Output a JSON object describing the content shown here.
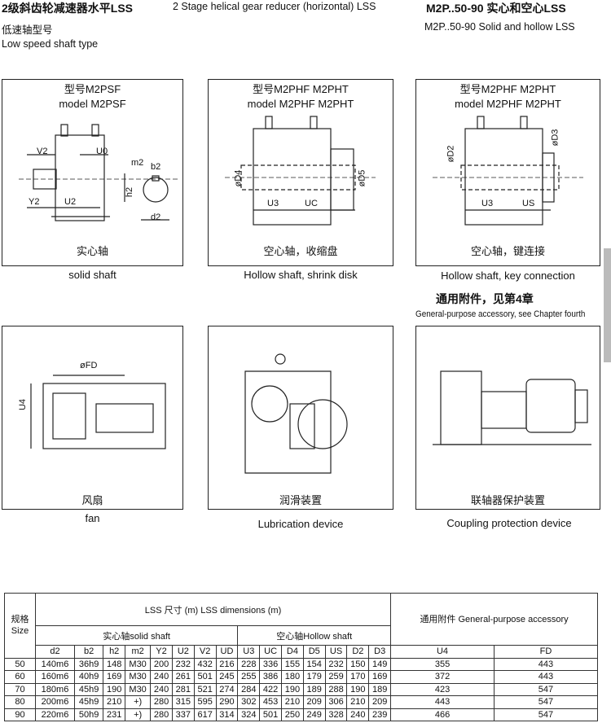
{
  "header": {
    "title_cn": "2级斜齿轮减速器水平LSS",
    "title_en": "2 Stage helical gear reducer (horizontal) LSS",
    "subtitle_cn": "低速轴型号",
    "subtitle_en": "Low speed shaft type",
    "right_title": "M2P..50-90  实心和空心LSS",
    "right_subtitle": "M2P..50-90  Solid and hollow LSS"
  },
  "panels": [
    {
      "title_cn": "型号M2PSF",
      "title_en": "model M2PSF",
      "caption_cn": "实心轴",
      "caption_en": "solid shaft",
      "labels": [
        "V2",
        "U0",
        "m2",
        "b2",
        "h2",
        "Y2",
        "U2",
        "d2"
      ]
    },
    {
      "title_cn": "型号M2PHF  M2PHT",
      "title_en": "model M2PHF  M2PHT",
      "caption_cn": "空心轴，收缩盘",
      "caption_en": "Hollow shaft, shrink disk",
      "labels": [
        "øD4",
        "øD5",
        "U3",
        "UC"
      ]
    },
    {
      "title_cn": "型号M2PHF  M2PHT",
      "title_en": "model M2PHF  M2PHT",
      "caption_cn": "空心轴，键连接",
      "caption_en": "Hollow shaft, key connection",
      "labels": [
        "øD2",
        "øD3",
        "U3",
        "US"
      ]
    }
  ],
  "accessory_heading": {
    "cn": "通用附件，见第4章",
    "en": "General-purpose accessory, see Chapter fourth"
  },
  "accessories": [
    {
      "caption_cn": "风扇",
      "caption_en": "fan",
      "labels": [
        "øFD",
        "U4"
      ]
    },
    {
      "caption_cn": "润滑装置",
      "caption_en": "Lubrication device"
    },
    {
      "caption_cn": "联轴器保护装置",
      "caption_en": "Coupling protection device"
    }
  ],
  "table": {
    "size_header": "规格 Size",
    "main_header": "LSS 尺寸 (m)  LSS dimensions (m)",
    "solid_header": "实心轴solid shaft",
    "hollow_header": "空心轴Hollow shaft",
    "accessory_header": "通用附件 General-purpose accessory",
    "columns": [
      "d2",
      "b2",
      "h2",
      "m2",
      "Y2",
      "U2",
      "V2",
      "UD",
      "U3",
      "UC",
      "D4",
      "D5",
      "US",
      "D2",
      "D3",
      "U4",
      "FD"
    ],
    "rows": [
      [
        "50",
        "140m6",
        "36h9",
        "148",
        "M30",
        "200",
        "232",
        "432",
        "216",
        "228",
        "336",
        "155",
        "154",
        "232",
        "150",
        "149",
        "355",
        "443"
      ],
      [
        "60",
        "160m6",
        "40h9",
        "169",
        "M30",
        "240",
        "261",
        "501",
        "245",
        "255",
        "386",
        "180",
        "179",
        "259",
        "170",
        "169",
        "372",
        "443"
      ],
      [
        "70",
        "180m6",
        "45h9",
        "190",
        "M30",
        "240",
        "281",
        "521",
        "274",
        "284",
        "422",
        "190",
        "189",
        "288",
        "190",
        "189",
        "423",
        "547"
      ],
      [
        "80",
        "200m6",
        "45h9",
        "210",
        "+)",
        "280",
        "315",
        "595",
        "290",
        "302",
        "453",
        "210",
        "209",
        "306",
        "210",
        "209",
        "443",
        "547"
      ],
      [
        "90",
        "220m6",
        "50h9",
        "231",
        "+)",
        "280",
        "337",
        "617",
        "314",
        "324",
        "501",
        "250",
        "249",
        "328",
        "240",
        "239",
        "466",
        "547"
      ]
    ]
  }
}
